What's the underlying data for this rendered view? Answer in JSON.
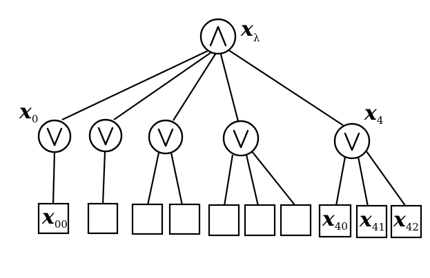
{
  "root": {
    "gate": "and",
    "label": {
      "main": "x",
      "sub": "λ"
    }
  },
  "gates": [
    {
      "gate": "or",
      "label": {
        "main": "x",
        "sub": "0"
      },
      "leaves": [
        {
          "main": "x",
          "sub": "00"
        }
      ]
    },
    {
      "gate": "or",
      "label": null,
      "leaves": [
        null
      ]
    },
    {
      "gate": "or",
      "label": null,
      "leaves": [
        null,
        null
      ]
    },
    {
      "gate": "or",
      "label": null,
      "leaves": [
        null,
        null,
        null
      ]
    },
    {
      "gate": "or",
      "label": {
        "main": "x",
        "sub": "4"
      },
      "leaves": [
        {
          "main": "x",
          "sub": "40"
        },
        {
          "main": "x",
          "sub": "41"
        },
        {
          "main": "x",
          "sub": "42"
        }
      ]
    }
  ]
}
